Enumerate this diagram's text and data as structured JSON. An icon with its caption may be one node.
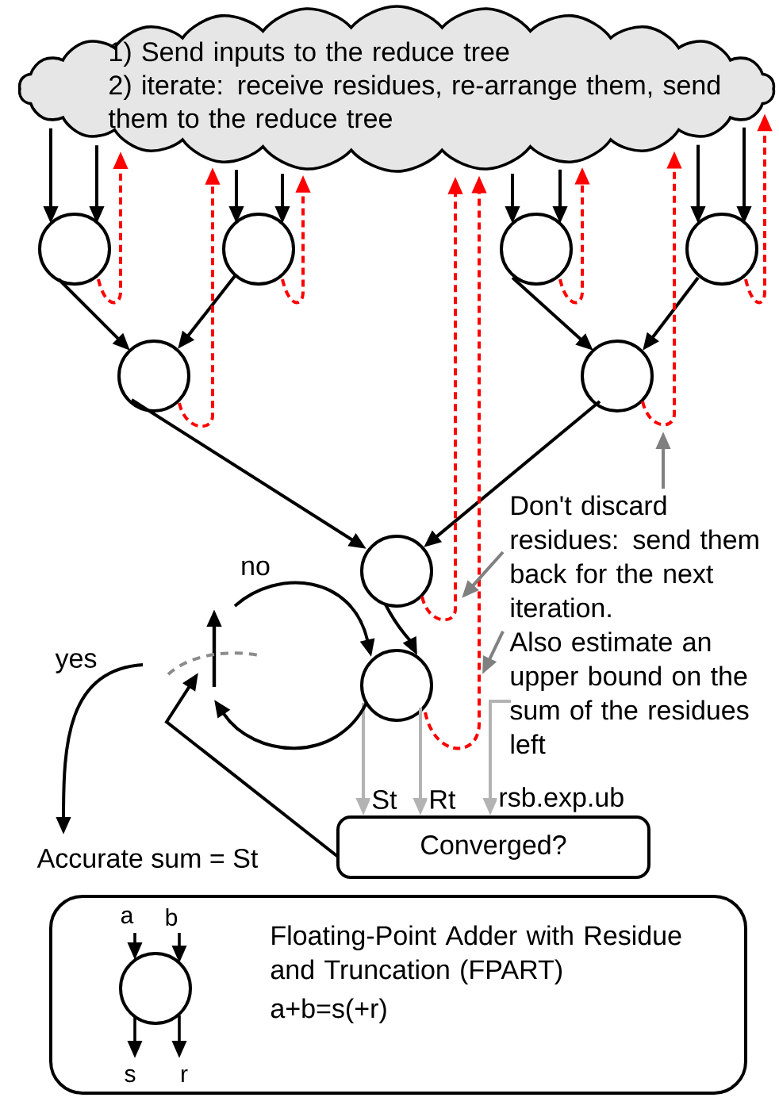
{
  "diagram": {
    "nodes": [
      {
        "text": [
          "1) Send inputs to the reduce tree",
          "2) iterate: receive residues, re-arrange them, send them to the reduce tree"
        ]
      },
      {
        "text": [],
        "shape": "circle"
      },
      {
        "text": [],
        "shape": "circle"
      },
      {
        "text": [],
        "shape": "circle"
      },
      {
        "text": [],
        "shape": "circle"
      },
      {
        "text": [],
        "shape": "circle"
      },
      {
        "text": [],
        "shape": "circle"
      },
      {
        "text": [],
        "shape": "circle"
      },
      {
        "text": [],
        "shape": "circle"
      },
      {
        "text": [
          "Converged?"
        ]
      },
      {
        "text": [
          "Accurate sum = St"
        ]
      },
      {
        "text": [
          "Floating-Point Adder with Residue and Truncation (FPART)",
          "a+b=s(+r)"
        ]
      },
      {
        "text": [],
        "shape": "circle",
        "in": 11
      },
      {
        "text": [
          "Don't discard residues: send them back for the next iteration.",
          "Also estimate an upper bound on the sum of the residues left"
        ]
      },
      {
        "text": [],
        "shape": "switch"
      }
    ],
    "edges": [
      {
        "from": 0,
        "to": 1,
        "arrow": "to"
      },
      {
        "from": 0,
        "to": 1,
        "arrow": "to"
      },
      {
        "from": 0,
        "to": 2,
        "arrow": "to"
      },
      {
        "from": 0,
        "to": 2,
        "arrow": "to"
      },
      {
        "from": 0,
        "to": 3,
        "arrow": "to"
      },
      {
        "from": 0,
        "to": 3,
        "arrow": "to"
      },
      {
        "from": 0,
        "to": 4,
        "arrow": "to"
      },
      {
        "from": 0,
        "to": 4,
        "arrow": "to"
      },
      {
        "from": 1,
        "to": 5,
        "arrow": "to"
      },
      {
        "from": 2,
        "to": 5,
        "arrow": "to"
      },
      {
        "from": 3,
        "to": 6,
        "arrow": "to"
      },
      {
        "from": 4,
        "to": 6,
        "arrow": "to"
      },
      {
        "from": 5,
        "to": 7,
        "arrow": "to"
      },
      {
        "from": 6,
        "to": 7,
        "arrow": "to"
      },
      {
        "from": 7,
        "to": 8,
        "arrow": "to"
      },
      {
        "from": 1,
        "to": 0,
        "arrow": "to",
        "style": "dashed",
        "color": "#ff0000"
      },
      {
        "from": 2,
        "to": 0,
        "arrow": "to",
        "style": "dashed",
        "color": "#ff0000"
      },
      {
        "from": 3,
        "to": 0,
        "arrow": "to",
        "style": "dashed",
        "color": "#ff0000"
      },
      {
        "from": 4,
        "to": 0,
        "arrow": "to",
        "style": "dashed",
        "color": "#ff0000"
      },
      {
        "from": 5,
        "to": 0,
        "arrow": "to",
        "style": "dashed",
        "color": "#ff0000"
      },
      {
        "from": 6,
        "to": 0,
        "arrow": "to",
        "style": "dashed",
        "color": "#ff0000"
      },
      {
        "from": 7,
        "to": 0,
        "arrow": "to",
        "style": "dashed",
        "color": "#ff0000"
      },
      {
        "from": 8,
        "to": 0,
        "arrow": "to",
        "style": "dashed",
        "color": "#ff0000"
      },
      {
        "from": 8,
        "to": 9,
        "arrow": "to",
        "label": "St",
        "color": "#b3b3b3"
      },
      {
        "from": 8,
        "to": 9,
        "arrow": "to",
        "label": "Rt",
        "color": "#b3b3b3"
      },
      {
        "from": 13,
        "to": 9,
        "arrow": "to",
        "label": "rsb.exp.ub",
        "color": "#b3b3b3"
      },
      {
        "from": 13,
        "to": null,
        "arrow": "to",
        "color": "#808080"
      },
      {
        "from": 13,
        "to": null,
        "arrow": "to",
        "color": "#808080"
      },
      {
        "from": 13,
        "to": null,
        "arrow": "to",
        "color": "#808080"
      },
      {
        "from": 9,
        "to": 14,
        "arrow": "to"
      },
      {
        "from": 8,
        "to": 14,
        "arrow": "to"
      },
      {
        "from": 14,
        "to": 8,
        "arrow": "to",
        "label": "no"
      },
      {
        "from": 14,
        "to": 10,
        "arrow": "to",
        "label": "yes"
      },
      {
        "from": null,
        "to": 12,
        "arrow": "to",
        "label": "a"
      },
      {
        "from": null,
        "to": 12,
        "arrow": "to",
        "label": "b"
      },
      {
        "from": 12,
        "to": null,
        "arrow": "to",
        "label": "s"
      },
      {
        "from": 12,
        "to": null,
        "arrow": "to",
        "label": "r"
      }
    ]
  }
}
